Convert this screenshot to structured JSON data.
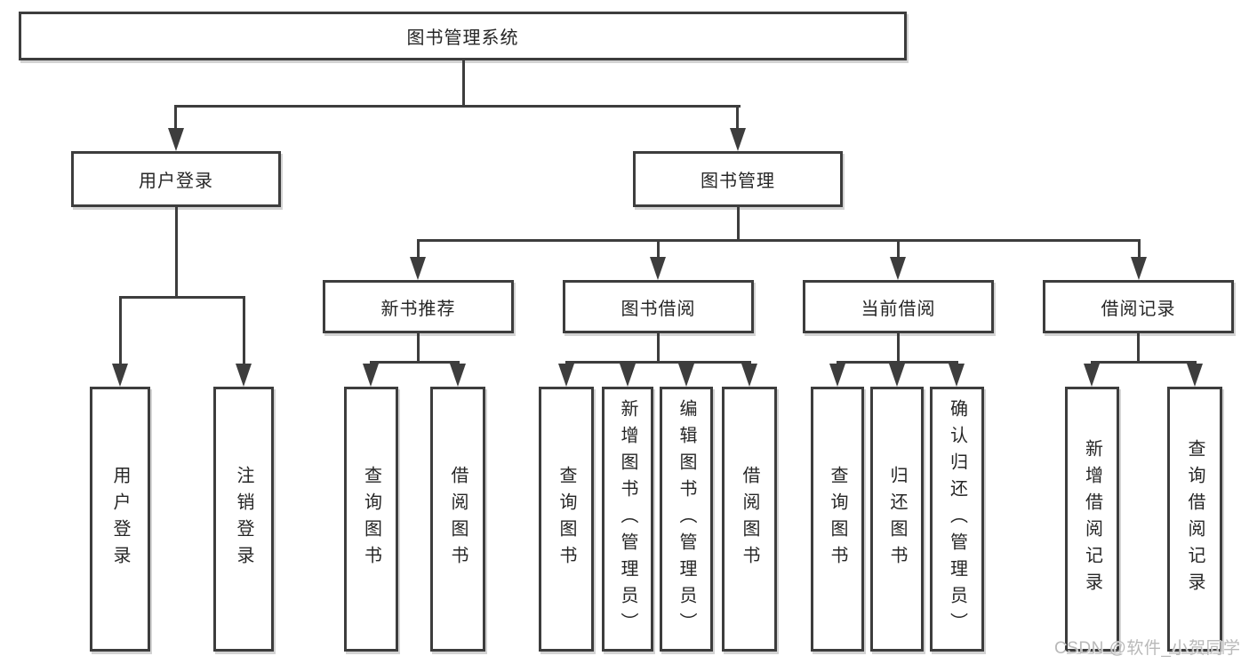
{
  "tree": {
    "root": "图书管理系统",
    "level1": [
      "用户登录",
      "图书管理"
    ],
    "level2": [
      "新书推荐",
      "图书借阅",
      "当前借阅",
      "借阅记录"
    ],
    "leaves": {
      "login": [
        "用户登录",
        "注销登录"
      ],
      "recommend": [
        "查询图书",
        "借阅图书"
      ],
      "borrow": [
        "查询图书",
        "新增图书（管理员）",
        "编辑图书（管理员）",
        "借阅图书"
      ],
      "current": [
        "查询图书",
        "归还图书",
        "确认归还（管理员）"
      ],
      "records": [
        "新增借阅记录",
        "查询借阅记录"
      ]
    }
  },
  "watermark": {
    "text": "CSDN @软件_小贺同学"
  },
  "colors": {
    "line": "#3d3d3d",
    "text": "#262626",
    "watermark": "#b9b9b9",
    "background": "#ffffff"
  }
}
